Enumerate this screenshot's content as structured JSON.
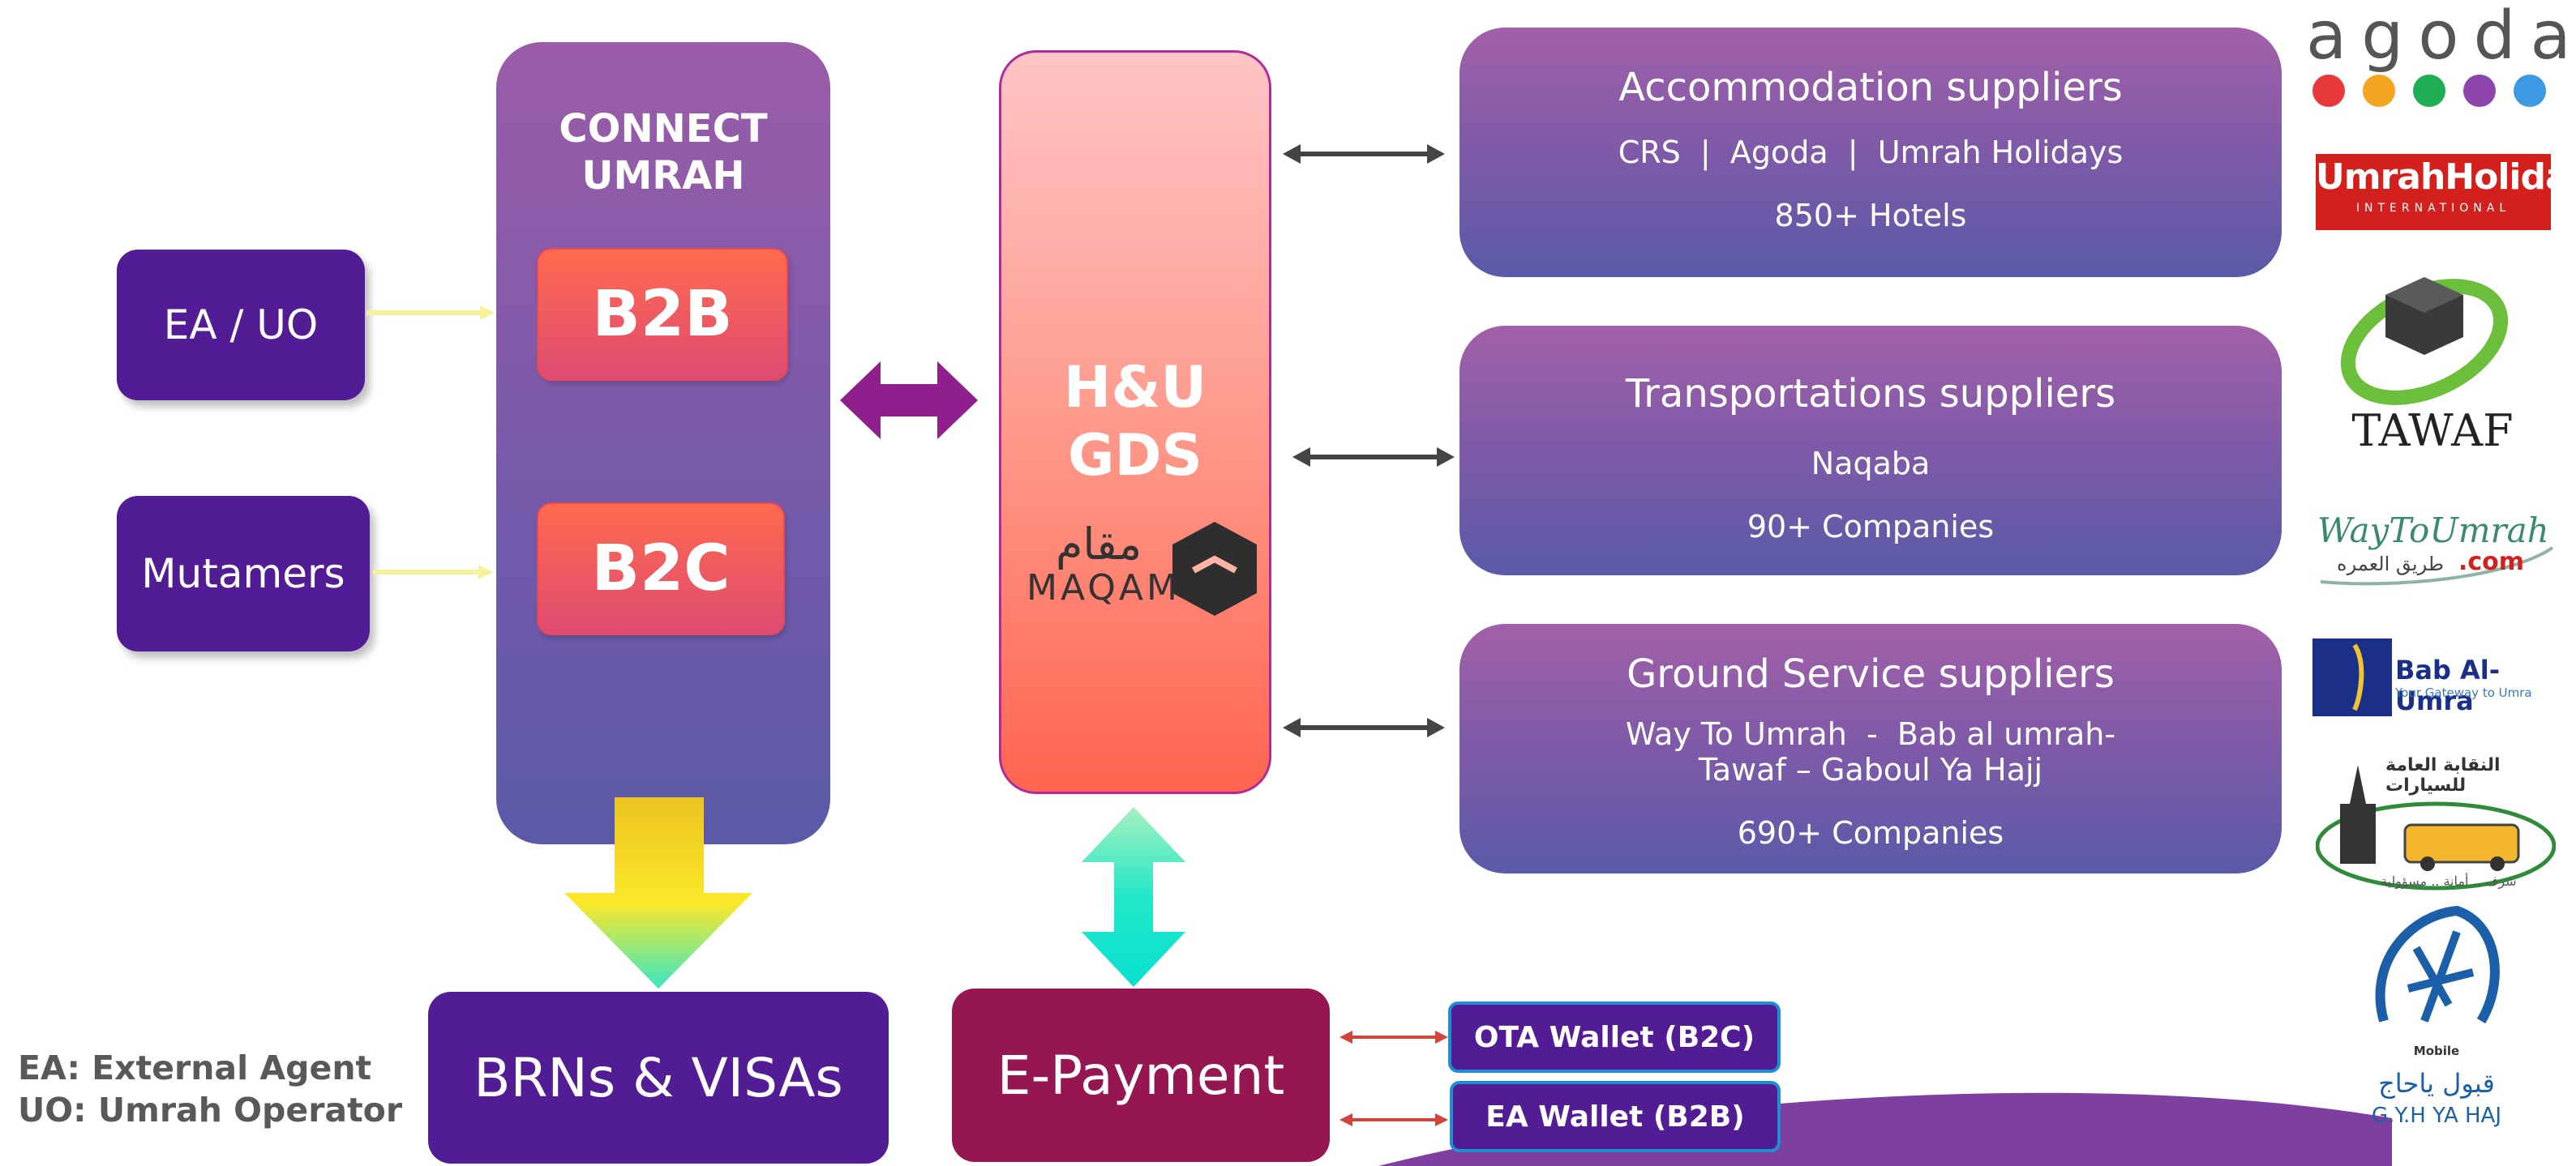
{
  "left": {
    "ea_uo": "EA / UO",
    "mutamers": "Mutamers"
  },
  "connect": {
    "title_line1": "CONNECT",
    "title_line2": "UMRAH",
    "b2b": "B2B",
    "b2c": "B2C"
  },
  "gds": {
    "line1": "H&U",
    "line2": "GDS",
    "maqam_arabic": "مقام",
    "maqam_latin": "MAQAM"
  },
  "suppliers": [
    {
      "title": "Accommodation suppliers",
      "line1": "CRS  |  Agoda  |  Umrah Holidays",
      "line2": "",
      "count": "850+ Hotels"
    },
    {
      "title": "Transportations suppliers",
      "line1": "Naqaba",
      "line2": "",
      "count": "90+ Companies"
    },
    {
      "title": "Ground Service suppliers",
      "line1": "Way To Umrah  -  Bab al umrah-",
      "line2": "Tawaf – Gaboul Ya Hajj",
      "count": "690+ Companies"
    }
  ],
  "bottom": {
    "brns": "BRNs & VISAs",
    "epayment": "E-Payment",
    "ota_wallet": "OTA Wallet (B2C)",
    "ea_wallet": "EA Wallet (B2B)"
  },
  "legend": {
    "line1": "EA: External Agent",
    "line2": "UO: Umrah Operator"
  },
  "logos": {
    "agoda": "agoda",
    "umrah_holidays": "UmrahHolidays",
    "umrah_holidays_sub": "INTERNATIONAL",
    "tawaf": "TAWAF",
    "waytoumrah": "WayToUmrah",
    "waytoumrah_com": ".com",
    "waytoumrah_arabic": "طريق العمره",
    "bab_title": "Bab Al-Umra",
    "bab_sub": "Your Gateway to Umra",
    "naqaba_arabic": "النقابة العامة للسيارات",
    "naqaba_sub": "شرف .. أمانة .. مسؤولية",
    "gaboul_mobile": "Mobile",
    "gaboul_arabic": "قبول ياحاج",
    "gaboul_latin": "G.Y.H YA HAJ"
  },
  "colors": {
    "purple": "#521c94",
    "maroon": "#951651",
    "arrow_gray": "#444444",
    "arrow_red": "#d0463c",
    "wallet_border": "#1d8fd0"
  }
}
